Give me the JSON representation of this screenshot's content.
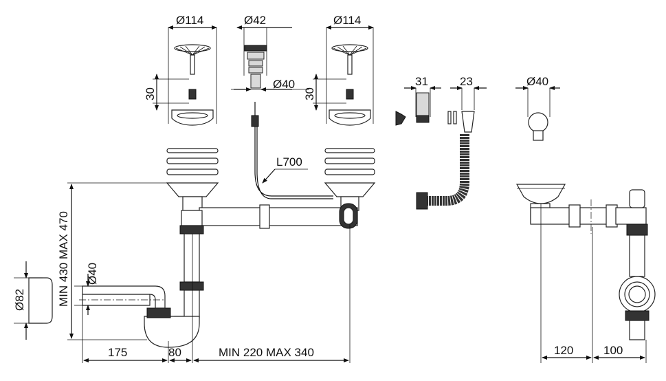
{
  "labels": {
    "basket_left_diameter": "Ø114",
    "overflow_diameter": "Ø42",
    "basket_right_diameter": "Ø114",
    "overflow_outlet_diameter": "Ø40",
    "basket_left_height": "30",
    "basket_right_height": "30",
    "connector_length": "31",
    "connector_width": "23",
    "side_outlet_diameter": "Ø40",
    "cable_length": "L700",
    "height_range": "MIN 430 MAX 470",
    "outlet_diameter": "Ø40",
    "cap_diameter": "Ø82",
    "dim_175": "175",
    "dim_80": "80",
    "spacing_range": "MIN 220 MAX 340",
    "dim_120": "120",
    "dim_100": "100"
  }
}
